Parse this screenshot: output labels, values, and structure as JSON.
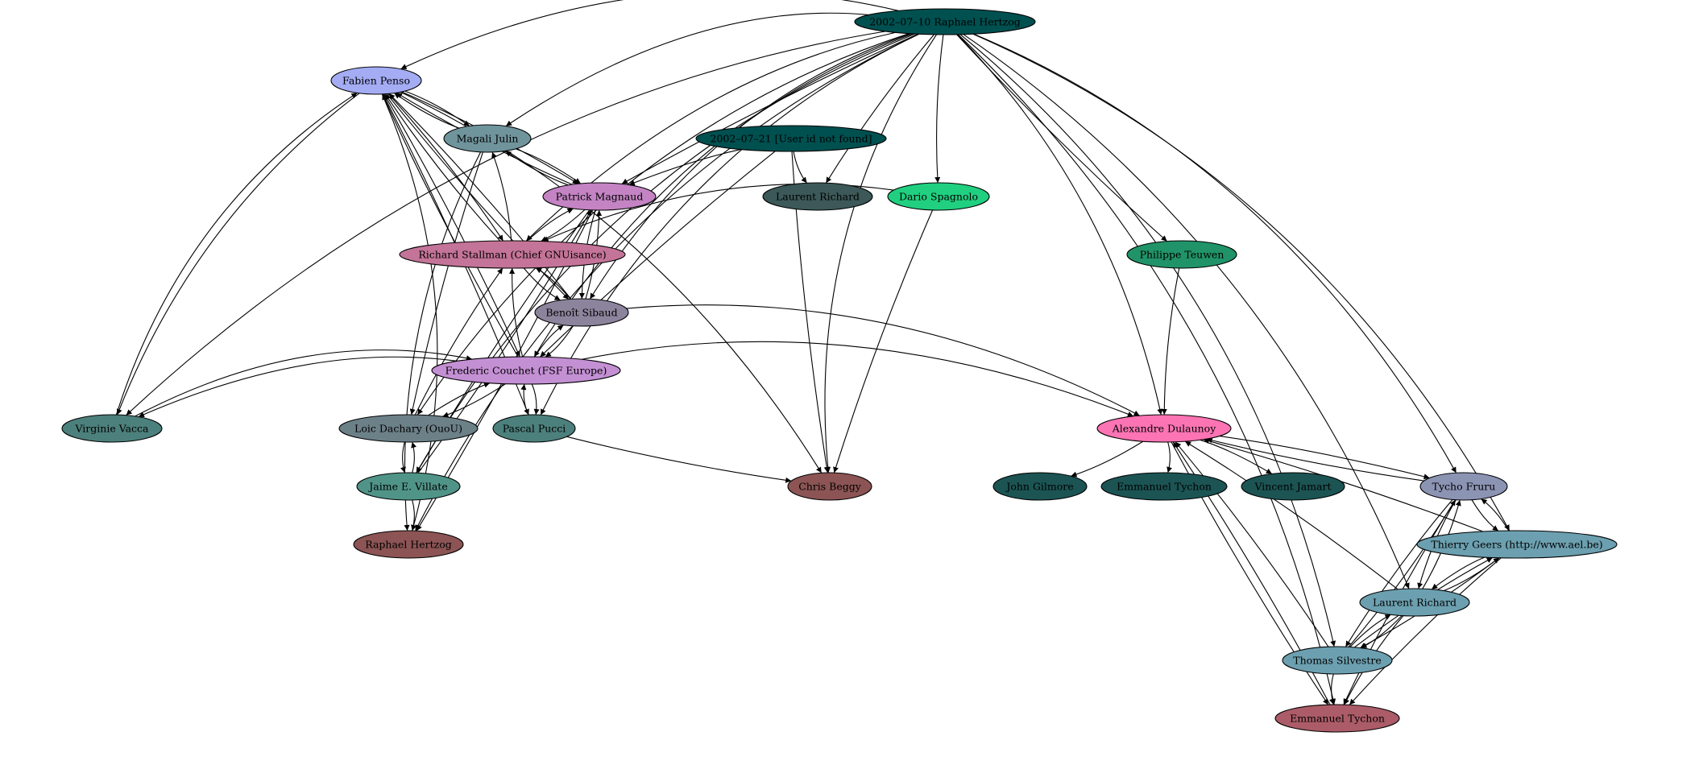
{
  "graph": {
    "type": "directed-graph",
    "nodes": [
      {
        "id": "root1",
        "label": "2002–07–10   Raphael Hertzog",
        "color": "#005050"
      },
      {
        "id": "root2",
        "label": "2002–07–21   [User id not found]",
        "color": "#005050"
      },
      {
        "id": "fabien",
        "label": "Fabien Penso",
        "color": "#a4acf4"
      },
      {
        "id": "magali",
        "label": "Magali Julin",
        "color": "#70949c"
      },
      {
        "id": "patrick",
        "label": "Patrick Magnaud",
        "color": "#c484c4"
      },
      {
        "id": "laurentR1",
        "label": "Laurent Richard",
        "color": "#3c5858"
      },
      {
        "id": "dario",
        "label": "Dario Spagnolo",
        "color": "#20d080"
      },
      {
        "id": "stallman",
        "label": "Richard Stallman (Chief GNUisance)",
        "color": "#c47498"
      },
      {
        "id": "philippe",
        "label": "Philippe Teuwen",
        "color": "#209468"
      },
      {
        "id": "benoit",
        "label": "Benoît Sibaud",
        "color": "#8c849c"
      },
      {
        "id": "frederic",
        "label": "Frederic Couchet (FSF Europe)",
        "color": "#c490d4"
      },
      {
        "id": "virginie",
        "label": "Virginie Vacca",
        "color": "#4c807c"
      },
      {
        "id": "loic",
        "label": "Loic Dachary (OuoU)",
        "color": "#6c8088"
      },
      {
        "id": "pascal",
        "label": "Pascal Pucci",
        "color": "#4c807c"
      },
      {
        "id": "alexandre",
        "label": "Alexandre Dulaunoy",
        "color": "#fc74b4"
      },
      {
        "id": "jaime",
        "label": "Jaime E. Villate",
        "color": "#509488"
      },
      {
        "id": "chris",
        "label": "Chris Beggy",
        "color": "#8c5454"
      },
      {
        "id": "john",
        "label": "John Gilmore",
        "color": "#1c5454"
      },
      {
        "id": "emmanuel1",
        "label": "Emmanuel Tychon",
        "color": "#1c5454"
      },
      {
        "id": "vincent",
        "label": "Vincent Jamart",
        "color": "#1c5454"
      },
      {
        "id": "tycho",
        "label": "Tycho Fruru",
        "color": "#8c94b4"
      },
      {
        "id": "raphael",
        "label": "Raphael Hertzog",
        "color": "#8c5454"
      },
      {
        "id": "thierry",
        "label": "Thierry Geers (http://www.ael.be)",
        "color": "#6ca0b0"
      },
      {
        "id": "laurentR2",
        "label": "Laurent Richard",
        "color": "#6ca0b0"
      },
      {
        "id": "thomas",
        "label": "Thomas Silvestre",
        "color": "#6ca0b0"
      },
      {
        "id": "emmanuel2",
        "label": "Emmanuel Tychon",
        "color": "#ac5c68"
      }
    ],
    "edges": [
      [
        "root1",
        "fabien"
      ],
      [
        "root1",
        "magali"
      ],
      [
        "root1",
        "patrick"
      ],
      [
        "root1",
        "laurentR1"
      ],
      [
        "root1",
        "dario"
      ],
      [
        "root1",
        "stallman"
      ],
      [
        "root1",
        "philippe"
      ],
      [
        "root1",
        "benoit"
      ],
      [
        "root1",
        "frederic"
      ],
      [
        "root1",
        "virginie"
      ],
      [
        "root1",
        "loic"
      ],
      [
        "root1",
        "pascal"
      ],
      [
        "root1",
        "alexandre"
      ],
      [
        "root1",
        "jaime"
      ],
      [
        "root1",
        "chris"
      ],
      [
        "root1",
        "tycho"
      ],
      [
        "root1",
        "raphael"
      ],
      [
        "root1",
        "thierry"
      ],
      [
        "root1",
        "laurentR2"
      ],
      [
        "root1",
        "thomas"
      ],
      [
        "root1",
        "emmanuel2"
      ],
      [
        "root2",
        "laurentR1"
      ],
      [
        "root2",
        "patrick"
      ],
      [
        "root2",
        "chris"
      ],
      [
        "root2",
        "frederic"
      ],
      [
        "fabien",
        "magali"
      ],
      [
        "magali",
        "fabien"
      ],
      [
        "fabien",
        "patrick"
      ],
      [
        "patrick",
        "fabien"
      ],
      [
        "fabien",
        "stallman"
      ],
      [
        "stallman",
        "fabien"
      ],
      [
        "fabien",
        "benoit"
      ],
      [
        "benoit",
        "fabien"
      ],
      [
        "fabien",
        "frederic"
      ],
      [
        "frederic",
        "fabien"
      ],
      [
        "fabien",
        "virginie"
      ],
      [
        "virginie",
        "fabien"
      ],
      [
        "fabien",
        "pascal"
      ],
      [
        "fabien",
        "raphael"
      ],
      [
        "fabien",
        "chris"
      ],
      [
        "magali",
        "patrick"
      ],
      [
        "patrick",
        "magali"
      ],
      [
        "stallman",
        "magali"
      ],
      [
        "magali",
        "loic"
      ],
      [
        "magali",
        "raphael"
      ],
      [
        "patrick",
        "stallman"
      ],
      [
        "stallman",
        "patrick"
      ],
      [
        "patrick",
        "benoit"
      ],
      [
        "benoit",
        "patrick"
      ],
      [
        "patrick",
        "jaime"
      ],
      [
        "jaime",
        "patrick"
      ],
      [
        "patrick",
        "raphael"
      ],
      [
        "dario",
        "stallman"
      ],
      [
        "dario",
        "chris"
      ],
      [
        "stallman",
        "benoit"
      ],
      [
        "benoit",
        "stallman"
      ],
      [
        "frederic",
        "stallman"
      ],
      [
        "loic",
        "stallman"
      ],
      [
        "benoit",
        "frederic"
      ],
      [
        "frederic",
        "benoit"
      ],
      [
        "benoit",
        "alexandre"
      ],
      [
        "frederic",
        "virginie"
      ],
      [
        "virginie",
        "frederic"
      ],
      [
        "frederic",
        "loic"
      ],
      [
        "loic",
        "frederic"
      ],
      [
        "frederic",
        "pascal"
      ],
      [
        "pascal",
        "frederic"
      ],
      [
        "frederic",
        "alexandre"
      ],
      [
        "loic",
        "jaime"
      ],
      [
        "jaime",
        "loic"
      ],
      [
        "jaime",
        "raphael"
      ],
      [
        "pascal",
        "chris"
      ],
      [
        "philippe",
        "alexandre"
      ],
      [
        "alexandre",
        "john"
      ],
      [
        "alexandre",
        "emmanuel1"
      ],
      [
        "alexandre",
        "vincent"
      ],
      [
        "alexandre",
        "tycho"
      ],
      [
        "tycho",
        "alexandre"
      ],
      [
        "thierry",
        "alexandre"
      ],
      [
        "laurentR2",
        "alexandre"
      ],
      [
        "thomas",
        "alexandre"
      ],
      [
        "emmanuel2",
        "alexandre"
      ],
      [
        "alexandre",
        "emmanuel2"
      ],
      [
        "tycho",
        "thierry"
      ],
      [
        "thierry",
        "tycho"
      ],
      [
        "tycho",
        "laurentR2"
      ],
      [
        "laurentR2",
        "tycho"
      ],
      [
        "tycho",
        "thomas"
      ],
      [
        "thomas",
        "tycho"
      ],
      [
        "tycho",
        "emmanuel2"
      ],
      [
        "thierry",
        "laurentR2"
      ],
      [
        "laurentR2",
        "thierry"
      ],
      [
        "thierry",
        "thomas"
      ],
      [
        "thomas",
        "thierry"
      ],
      [
        "thierry",
        "emmanuel2"
      ],
      [
        "laurentR2",
        "thomas"
      ],
      [
        "thomas",
        "laurentR2"
      ],
      [
        "laurentR2",
        "emmanuel2"
      ],
      [
        "thomas",
        "emmanuel2"
      ]
    ]
  }
}
